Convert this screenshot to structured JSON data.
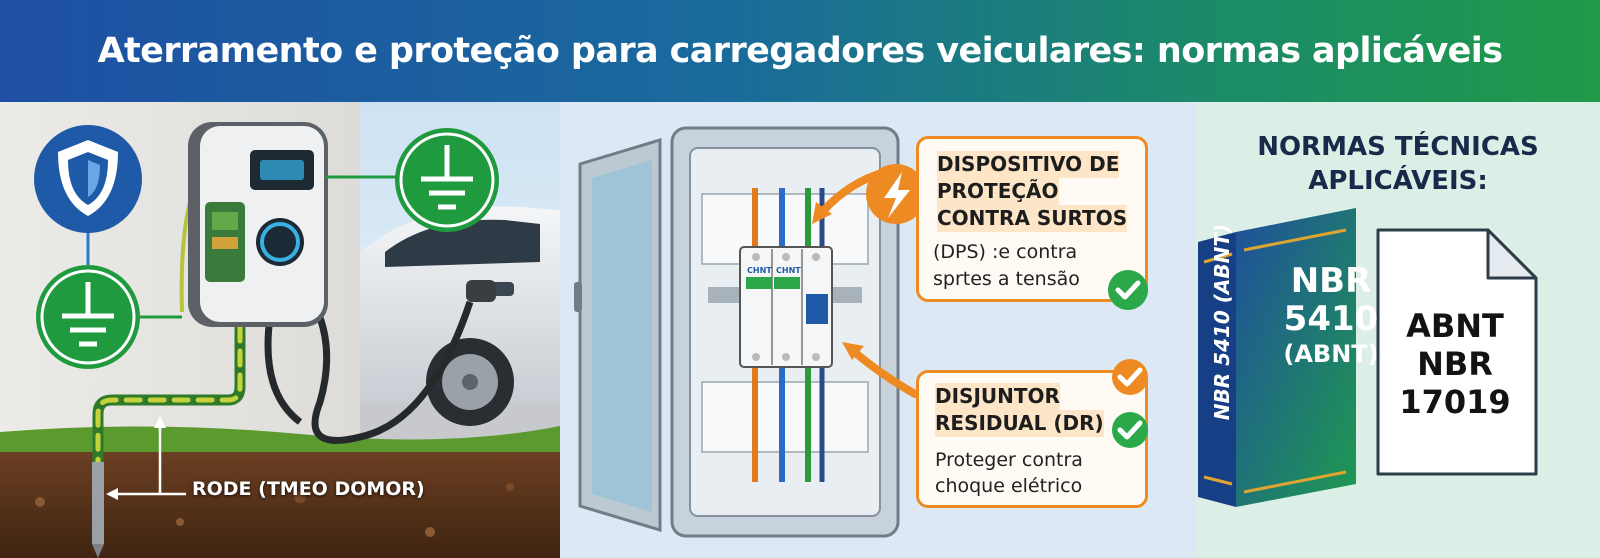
{
  "title": "Aterramento e proteção para carregadores veiculares: normas aplicáveis",
  "left_panel": {
    "icons": [
      "shield-icon",
      "ground-icon",
      "ground-icon"
    ],
    "rod_label": "RODE (TMEO DOMOR)",
    "colors": {
      "shield": "#1f5aa8",
      "ground": "#1f9a3f",
      "wire": "#b5c43a"
    }
  },
  "middle_panel": {
    "breaker_brand": "CHNT",
    "callout_dps": {
      "title_lines": [
        "DISPOSITIVO DE",
        "PROTEÇÃO",
        "CONTRA SURTOS"
      ],
      "body_lines": [
        "(DPS) :e contra",
        "sprtes a tensão"
      ],
      "icons": [
        "lightning-icon",
        "check-icon"
      ]
    },
    "callout_dr": {
      "title_lines": [
        "DISJUNTOR",
        "RESIDUAL (DR)"
      ],
      "body_lines": [
        "Proteger contra",
        "choque elétrico"
      ],
      "icons": [
        "check-icon",
        "check-icon"
      ]
    },
    "colors": {
      "callout_border": "#ee8a22",
      "check": "#2aa84a"
    }
  },
  "right_panel": {
    "title_lines": [
      "NORMAS TÉCNICAS",
      "APLICÁVEIS:"
    ],
    "book": {
      "front_lines": [
        "NBR",
        "5410",
        "(ABNT)"
      ],
      "spine": "NBR 5410 (ABNT)"
    },
    "document": {
      "lines": [
        "ABNT",
        "NBR",
        "17019"
      ]
    },
    "colors": {
      "book_blue": "#1f4f9c",
      "book_green": "#1f9a50"
    }
  }
}
